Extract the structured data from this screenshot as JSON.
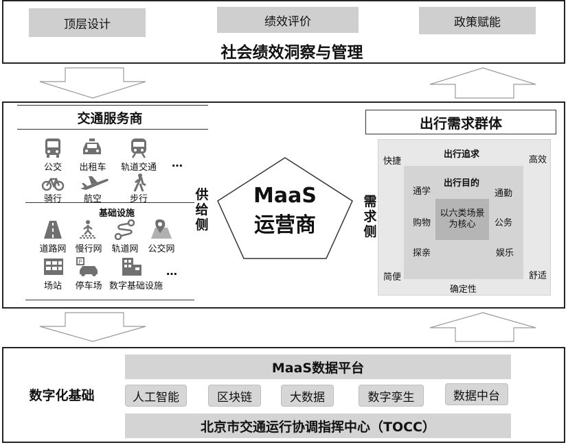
{
  "top": {
    "boxes": [
      "顶层设计",
      "绩效评价",
      "政策赋能"
    ],
    "title": "社会绩效洞察与管理"
  },
  "middle": {
    "providers": {
      "title": "交通服务商",
      "transport": [
        {
          "label": "公交",
          "icon": "bus-icon"
        },
        {
          "label": "出租车",
          "icon": "taxi-icon"
        },
        {
          "label": "轨道交通",
          "icon": "metro-icon"
        },
        {
          "label": "骑行",
          "icon": "bicycle-icon"
        },
        {
          "label": "航空",
          "icon": "airplane-icon"
        },
        {
          "label": "步行",
          "icon": "walking-icon"
        }
      ],
      "ellipsis1": "…",
      "infra_title": "基础设施",
      "infra": [
        {
          "label": "道路网",
          "icon": "road-icon"
        },
        {
          "label": "慢行网",
          "icon": "pedestrian-crossing-icon"
        },
        {
          "label": "轨道网",
          "icon": "route-icon"
        },
        {
          "label": "公交网",
          "icon": "map-pin-icon"
        },
        {
          "label": "场站",
          "icon": "station-icon"
        },
        {
          "label": "停车场",
          "icon": "parking-icon"
        },
        {
          "label": "数字基础设施",
          "icon": "building-icon"
        }
      ],
      "ellipsis2": "…"
    },
    "supply_side": "供给侧",
    "center": {
      "line1": "MaaS",
      "line2": "运营商"
    },
    "demand_side": "需求侧",
    "demand": {
      "title": "出行需求群体",
      "outer_title": "出行追求",
      "corners": [
        "快捷",
        "高效",
        "简便",
        "舒适"
      ],
      "outer_bottom": "确定性",
      "inner_title": "出行目的",
      "purposes": [
        "通学",
        "通勤",
        "购物",
        "公务",
        "探亲",
        "娱乐"
      ],
      "core": "以六类场景为核心"
    }
  },
  "bottom": {
    "left_label": "数字化基础",
    "platform": "MaaS数据平台",
    "techs": [
      "人工智能",
      "区块链",
      "大数据",
      "数字孪生",
      "数据中台"
    ],
    "center": "北京市交通运行协调指挥中心（TOCC）"
  }
}
